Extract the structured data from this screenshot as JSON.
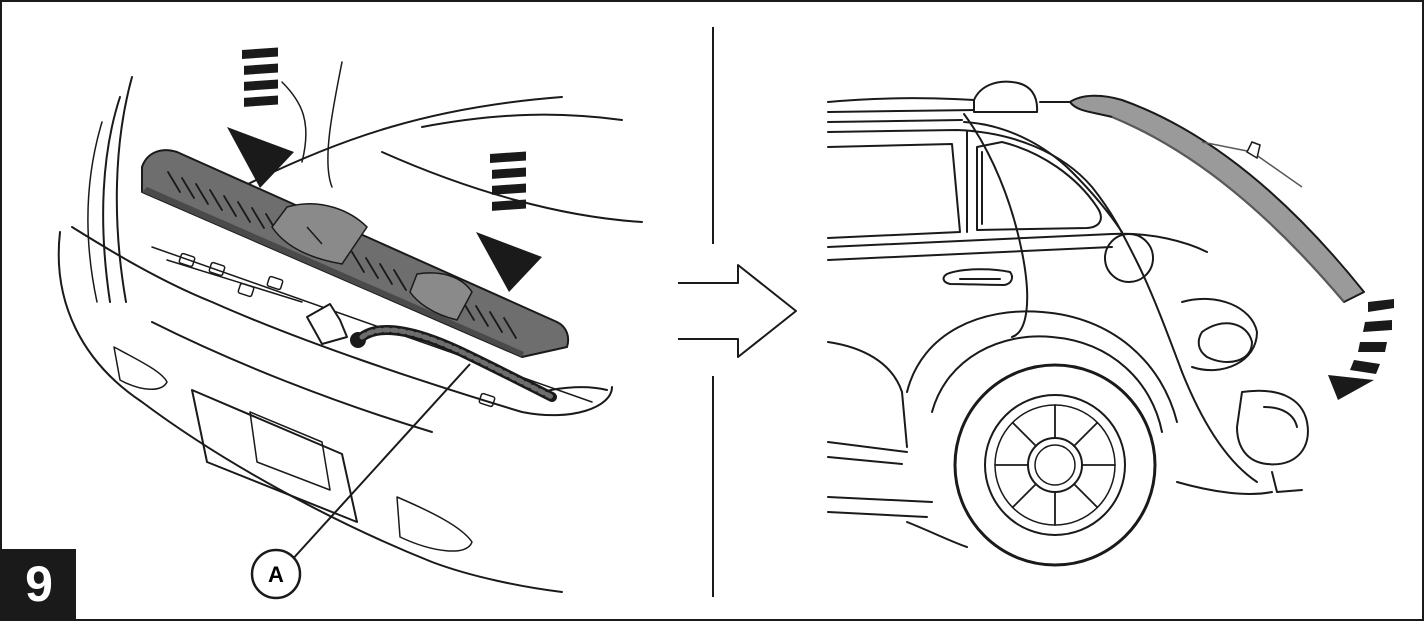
{
  "figure": {
    "step_number": "9",
    "callout_label": "A",
    "left_panel": "trunk-sill-trim-installation",
    "right_panel": "car-tailgate-closing",
    "colors": {
      "line": "#1a1a1a",
      "trim_fill": "#6e6e6e",
      "spoiler_fill": "#9a9a9a",
      "badge": "#1a1a1a"
    }
  }
}
